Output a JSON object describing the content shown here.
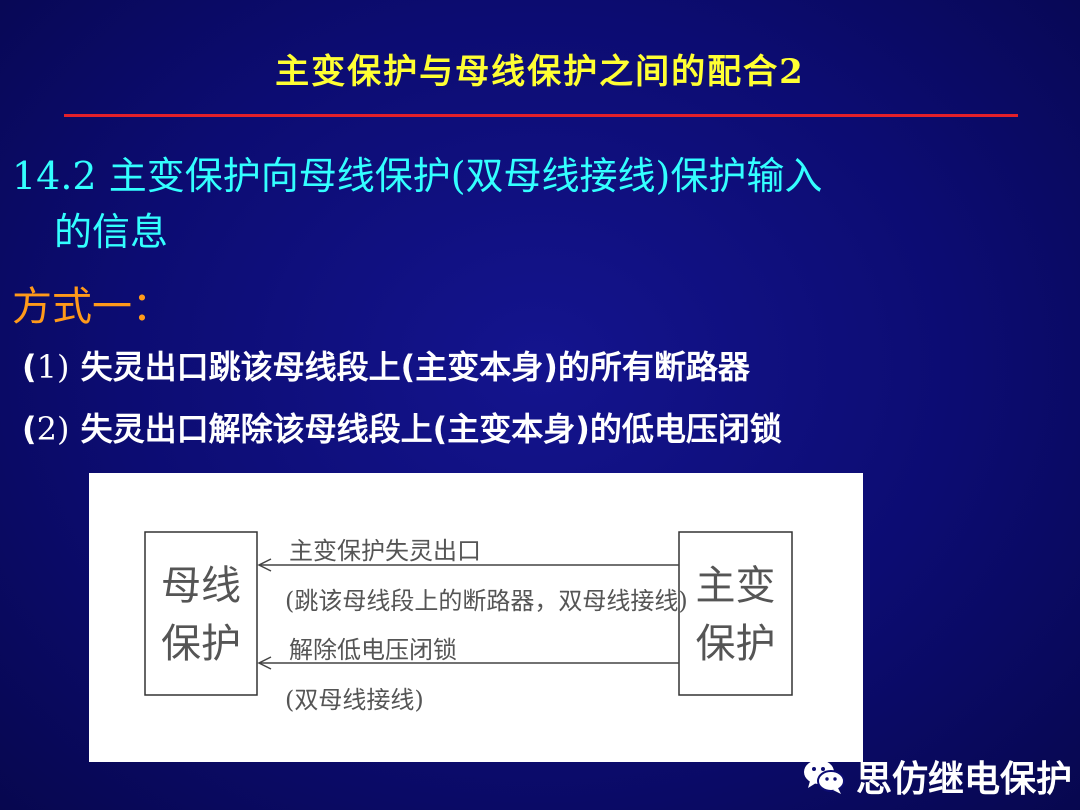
{
  "slide": {
    "title": "主变保护与母线保护之间的配合2",
    "heading_line1": "14.2 主变保护向母线保护(双母线接线)保护输入",
    "heading_line2": "的信息",
    "method_label": "方式一：",
    "items": [
      {
        "prefix": "(",
        "num": "1)",
        "text": " 失灵出口跳该母线段上(主变本身)的所有断路器"
      },
      {
        "prefix": "(",
        "num": "2)",
        "text": " 失灵出口解除该母线段上(主变本身)的低电压闭锁"
      }
    ]
  },
  "diagram": {
    "left_box": [
      "母线",
      "保护"
    ],
    "right_box": [
      "主变",
      "保护"
    ],
    "arrow1_label": "主变保护失灵出口",
    "arrow1_note": "(跳该母线段上的断路器，双母线接线)",
    "arrow2_label": "解除低电压闭锁",
    "arrow2_note": "(双母线接线)"
  },
  "watermark": {
    "icon": "wechat-icon",
    "text": "思仿继电保护"
  },
  "colors": {
    "title": "#ffff33",
    "rule": "#e3202a",
    "heading": "#33ffff",
    "method": "#ff9a1a",
    "items": "#ffffff"
  }
}
